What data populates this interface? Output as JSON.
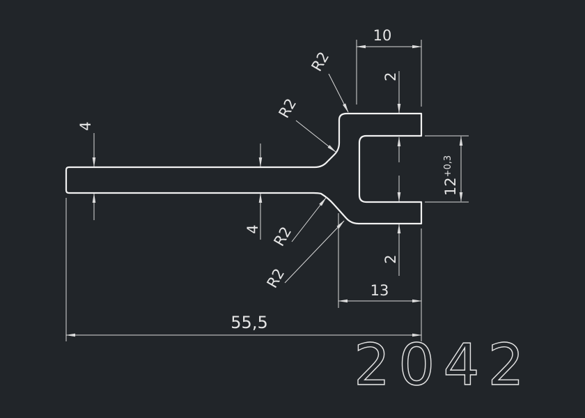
{
  "drawing": {
    "background_color": "#212529",
    "line_color": "#f2f2f2",
    "dimension_color": "#dcdcdc",
    "part_number": "2042",
    "dimensions": {
      "top_flange_length": "10",
      "top_flange_thickness": "2",
      "slot_height": "12",
      "slot_tolerance": "+0,3",
      "bottom_flange_thickness": "2",
      "bottom_flange_length": "13",
      "overall_length": "55,5",
      "web_thickness_left": "4",
      "web_thickness_middle": "4"
    },
    "radius_labels": {
      "top_outer": "R2",
      "top_inner": "R2",
      "bottom_inner": "R2",
      "bottom_outer": "R2"
    }
  }
}
